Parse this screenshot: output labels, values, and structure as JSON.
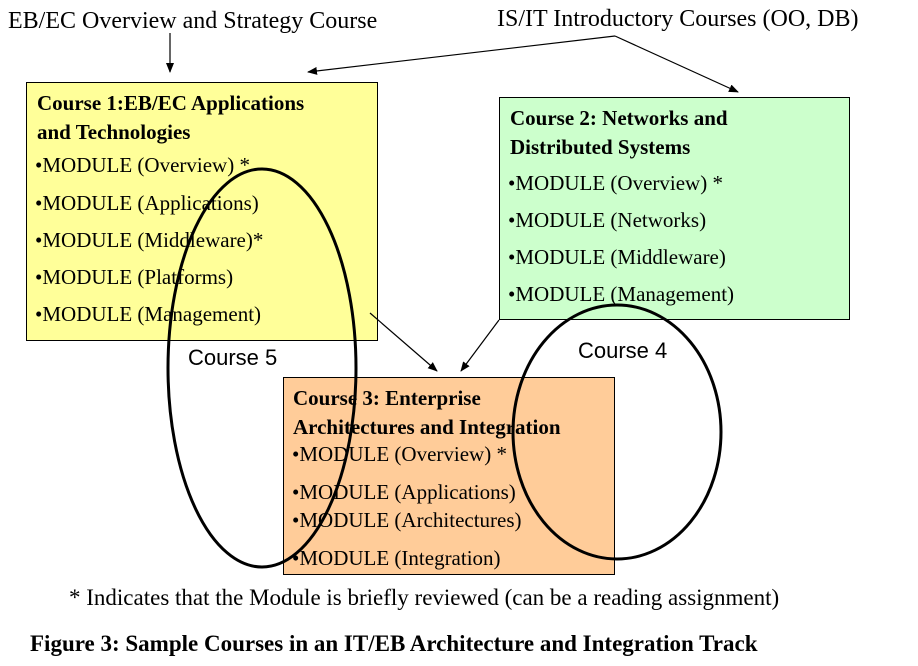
{
  "top_labels": {
    "overview_course": "EB/EC Overview and Strategy Course",
    "intro_courses": "IS/IT Introductory Courses (OO, DB)"
  },
  "course1": {
    "title_line1": "Course 1:EB/EC  Applications",
    "title_line2": "and Technologies",
    "modules": [
      "•MODULE (Overview) *",
      "•MODULE (Applications)",
      "•MODULE (Middleware)*",
      "•MODULE (Platforms)",
      "•MODULE (Management)"
    ],
    "color": "#ffff99"
  },
  "course2": {
    "title_line1": "Course 2: Networks and",
    "title_line2": "Distributed Systems",
    "modules": [
      "•MODULE (Overview) *",
      "•MODULE (Networks)",
      "•MODULE (Middleware)",
      "•MODULE (Management)"
    ],
    "color": "#ccffcc"
  },
  "course3": {
    "title_line1": "Course 3: Enterprise",
    "title_line2": "Architectures and Integration",
    "modules": [
      "•MODULE (Overview) *",
      "•MODULE (Applications)",
      "•MODULE (Architectures)",
      "•MODULE (Integration)"
    ],
    "color": "#ffcc99"
  },
  "oval_labels": {
    "course5": "Course 5",
    "course4": "Course 4"
  },
  "footnote": "* Indicates that the Module is briefly reviewed (can be a reading assignment)",
  "caption": "Figure 3: Sample Courses in an IT/EB Architecture and Integration Track"
}
